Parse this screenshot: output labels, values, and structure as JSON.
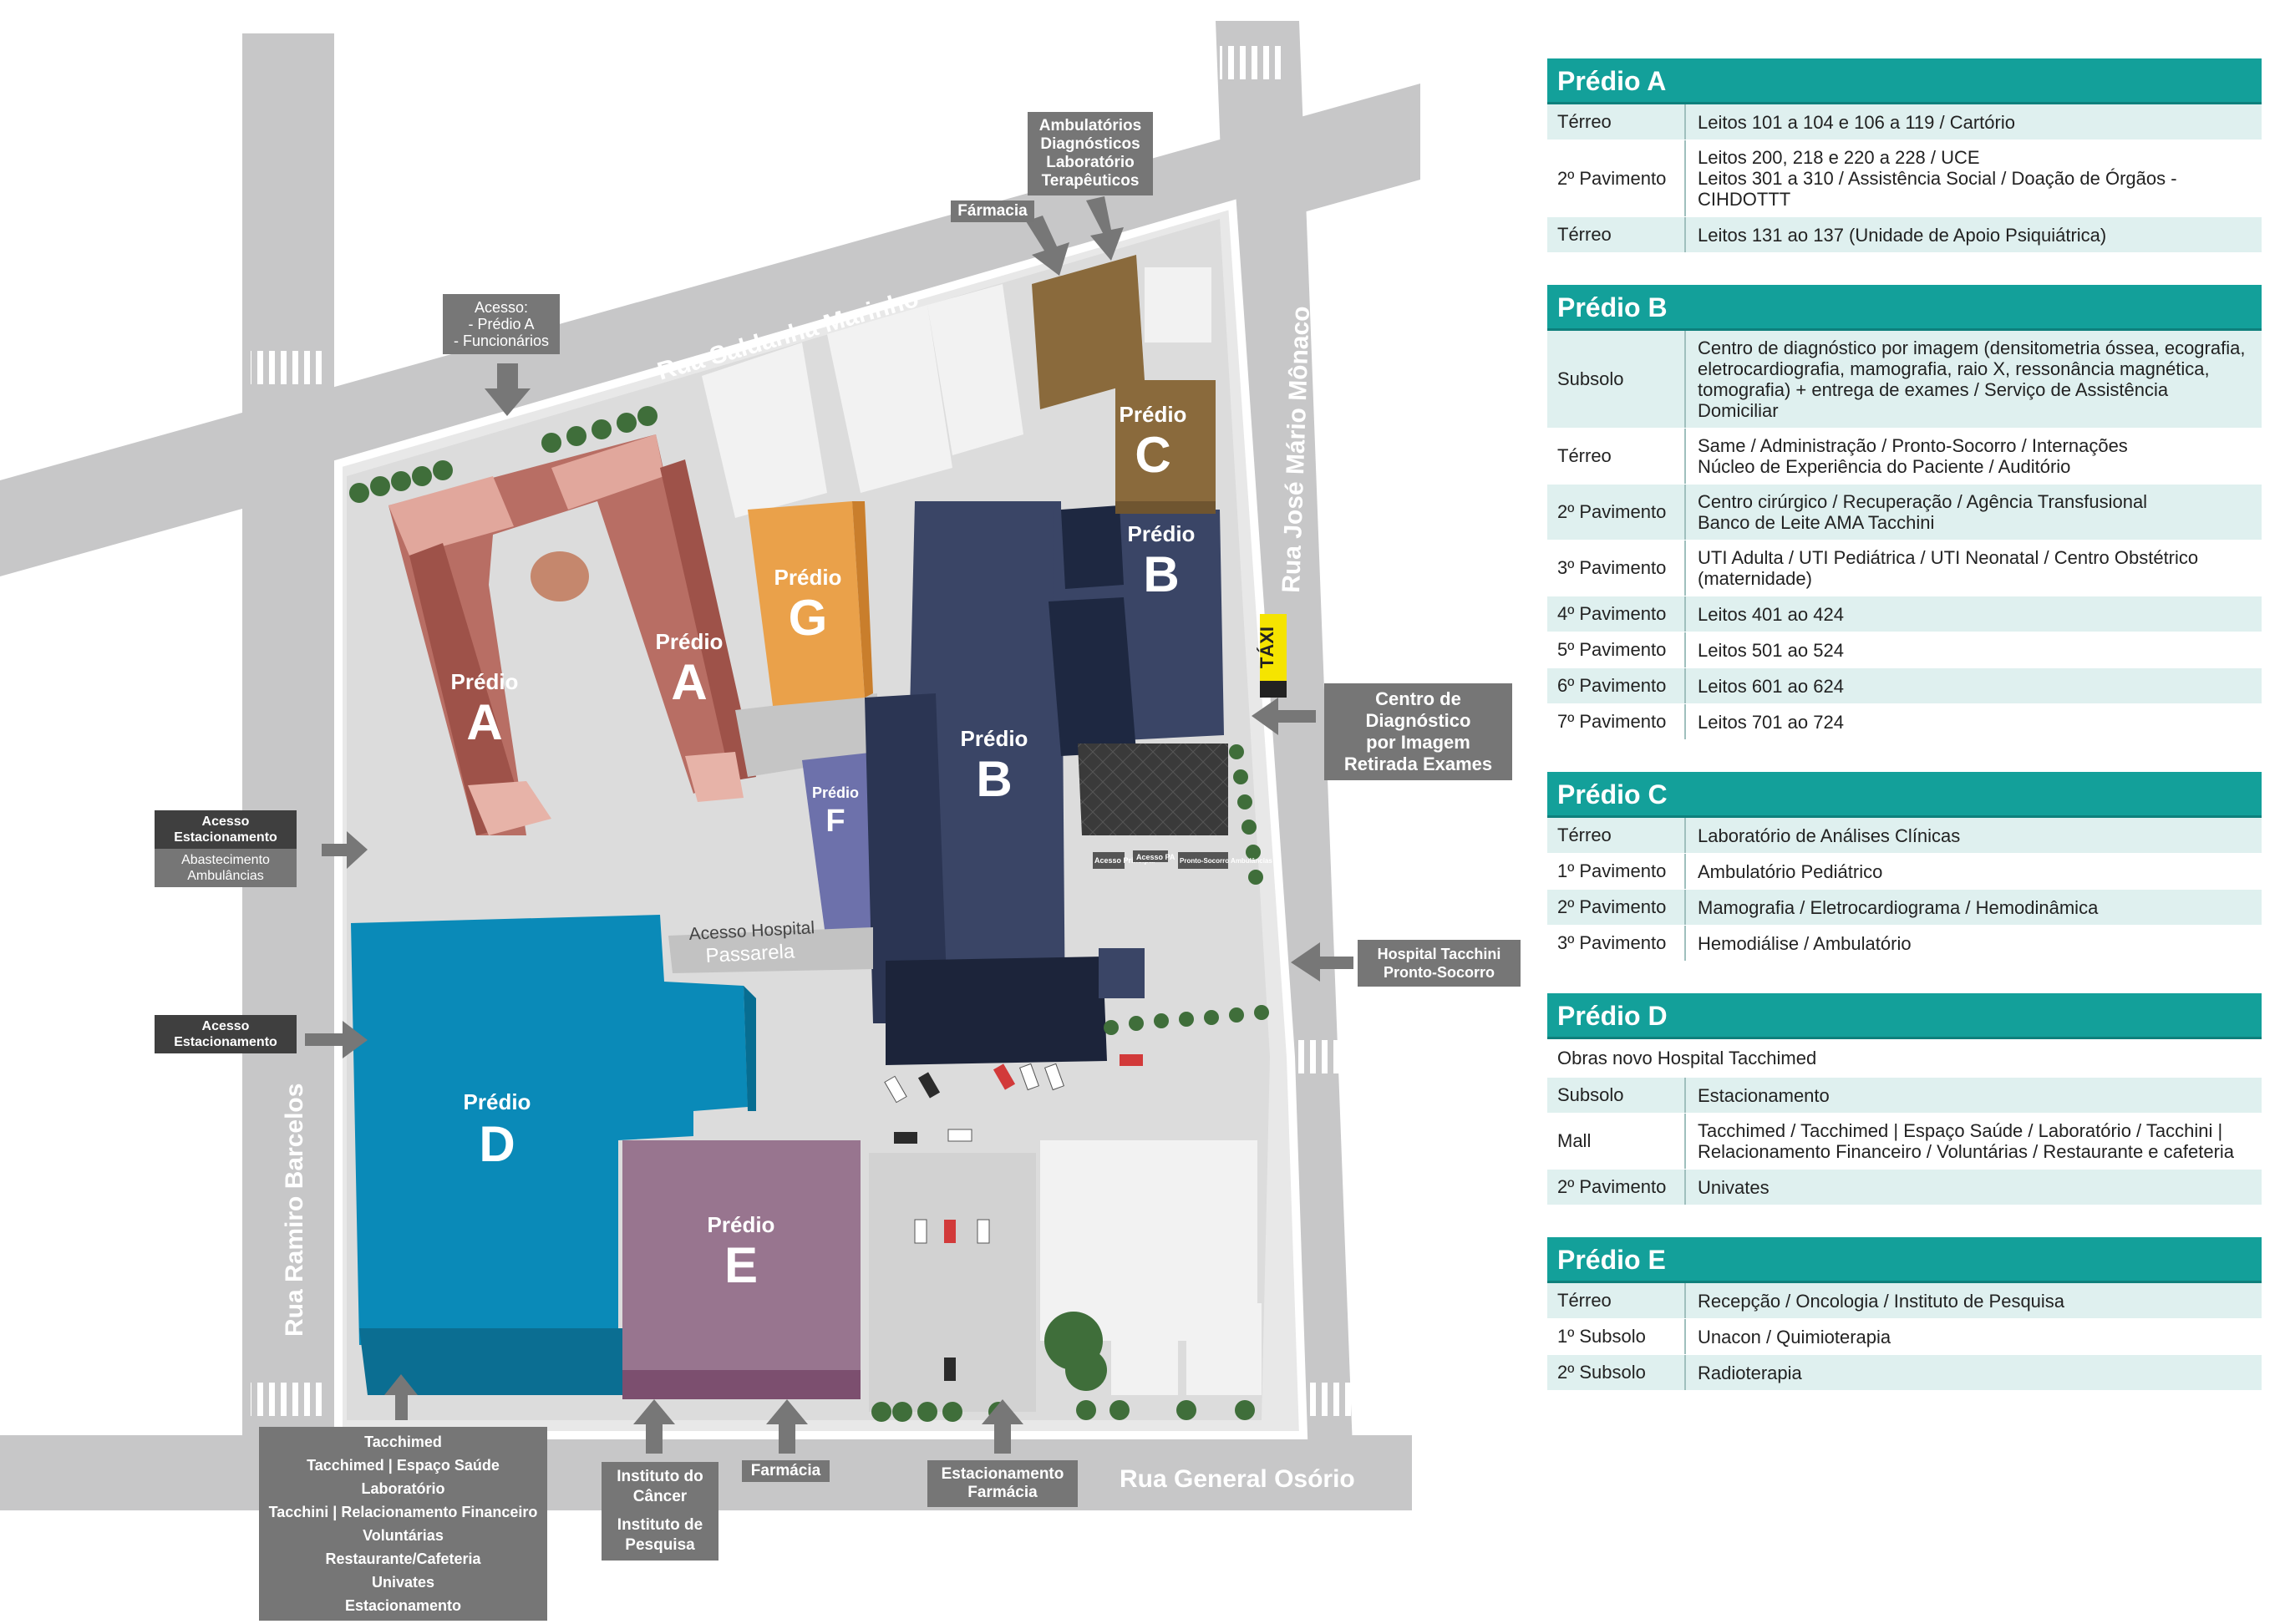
{
  "map": {
    "streets": {
      "north": "Rua Saldanha Marinho",
      "east": "Rua José Mário Mônaco",
      "south": "Rua General Osório",
      "west": "Rua Ramiro Barcelos"
    },
    "buildings": [
      {
        "prefix": "Prédio",
        "letter": "A",
        "color": "#c4857b"
      },
      {
        "prefix": "Prédio",
        "letter": "A",
        "color": "#c4857b"
      },
      {
        "prefix": "Prédio",
        "letter": "B",
        "color": "#2f3a5c"
      },
      {
        "prefix": "Prédio",
        "letter": "B",
        "color": "#2f3a5c"
      },
      {
        "prefix": "Prédio",
        "letter": "C",
        "color": "#8a6a3c"
      },
      {
        "prefix": "Prédio",
        "letter": "D",
        "color": "#0a8ab8"
      },
      {
        "prefix": "Prédio",
        "letter": "E",
        "color": "#8a6a84"
      },
      {
        "prefix": "Prédio",
        "letter": "F",
        "color": "#6c6fa8"
      },
      {
        "prefix": "Prédio",
        "letter": "G",
        "color": "#e79b45"
      }
    ],
    "passarela": {
      "line1": "Acesso Hospital",
      "line2": "Passarela"
    },
    "taxi": "TÁXI",
    "small_entries": [
      "Acesso Principal",
      "Acesso PA",
      "Pronto-Socorro Ambulâncias"
    ],
    "callouts": {
      "acesso_funcionarios": {
        "title": "Acesso:",
        "lines": [
          "- Prédio A",
          "- Funcionários"
        ]
      },
      "ambulatorios": [
        "Ambulatórios",
        "Diagnósticos",
        "Laboratório",
        "Terapêuticos"
      ],
      "farmacia_top": "Fármacia",
      "centro_diagnostico": [
        "Centro de",
        "Diagnóstico",
        "por Imagem",
        "Retirada Exames"
      ],
      "hospital_ps": [
        "Hospital Tacchini",
        "Pronto-Socorro"
      ],
      "acesso_estac_1": {
        "title": [
          "Acesso",
          "Estacionamento"
        ],
        "sub": [
          "Abastecimento",
          "Ambulâncias"
        ]
      },
      "acesso_estac_2": [
        "Acesso",
        "Estacionamento"
      ],
      "tacchimed_list": [
        "Tacchimed",
        "Tacchimed | Espaço Saúde",
        "Laboratório",
        "Tacchini | Relacionamento Financeiro",
        "Voluntárias",
        "Restaurante/Cafeteria",
        "Univates",
        "Estacionamento"
      ],
      "instituto": [
        "Instituto do",
        "Câncer",
        "Instituto de",
        "Pesquisa"
      ],
      "farmacia_bottom": "Farmácia",
      "estac_farmacia": [
        "Estacionamento",
        "Farmácia"
      ]
    }
  },
  "panel": {
    "colors": {
      "header": "#13a09a",
      "row_alt": "#dff0ef"
    },
    "sections": [
      {
        "title": "Prédio A",
        "rows": [
          {
            "floor": "Térreo",
            "desc": "Leitos 101 a 104 e 106 a 119 / Cartório"
          },
          {
            "floor": "2º Pavimento",
            "desc": "Leitos 200, 218 e 220 a 228 / UCE\nLeitos 301 a 310 / Assistência Social / Doação de Órgãos - CIHDOTTT"
          },
          {
            "floor": "Térreo",
            "desc": "Leitos 131 ao 137 (Unidade de Apoio Psiquiátrica)"
          }
        ]
      },
      {
        "title": "Prédio B",
        "rows": [
          {
            "floor": "Subsolo",
            "desc": "Centro de diagnóstico por imagem (densitometria óssea, ecografia, eletrocardiografia, mamografia, raio X, ressonância magnética, tomografia) + entrega de exames / Serviço de Assistência Domiciliar"
          },
          {
            "floor": "Térreo",
            "desc": "Same / Administração / Pronto-Socorro / Internações\nNúcleo de Experiência do Paciente / Auditório"
          },
          {
            "floor": "2º Pavimento",
            "desc": "Centro cirúrgico / Recuperação / Agência Transfusional\nBanco de Leite AMA Tacchini"
          },
          {
            "floor": "3º Pavimento",
            "desc": "UTI Adulta / UTI Pediátrica / UTI Neonatal / Centro Obstétrico (maternidade)"
          },
          {
            "floor": "4º Pavimento",
            "desc": "Leitos 401 ao 424"
          },
          {
            "floor": "5º Pavimento",
            "desc": "Leitos 501 ao 524"
          },
          {
            "floor": "6º Pavimento",
            "desc": "Leitos 601 ao 624"
          },
          {
            "floor": "7º Pavimento",
            "desc": "Leitos 701 ao 724"
          }
        ]
      },
      {
        "title": "Prédio C",
        "rows": [
          {
            "floor": "Térreo",
            "desc": "Laboratório de Análises Clínicas"
          },
          {
            "floor": "1º Pavimento",
            "desc": "Ambulatório Pediátrico"
          },
          {
            "floor": "2º Pavimento",
            "desc": "Mamografia / Eletrocardiograma / Hemodinâmica"
          },
          {
            "floor": "3º Pavimento",
            "desc": "Hemodiálise / Ambulatório"
          }
        ]
      },
      {
        "title": "Prédio D",
        "note": "Obras novo Hospital Tacchimed",
        "rows": [
          {
            "floor": "Subsolo",
            "desc": "Estacionamento"
          },
          {
            "floor": "Mall",
            "desc": "Tacchimed / Tacchimed | Espaço Saúde / Laboratório / Tacchini | Relacionamento Financeiro / Voluntárias / Restaurante e cafeteria"
          },
          {
            "floor": "2º Pavimento",
            "desc": "Univates"
          }
        ]
      },
      {
        "title": "Prédio E",
        "rows": [
          {
            "floor": "Térreo",
            "desc": "Recepção / Oncologia / Instituto de Pesquisa"
          },
          {
            "floor": "1º Subsolo",
            "desc": "Unacon / Quimioterapia"
          },
          {
            "floor": "2º Subsolo",
            "desc": "Radioterapia"
          }
        ]
      }
    ]
  }
}
